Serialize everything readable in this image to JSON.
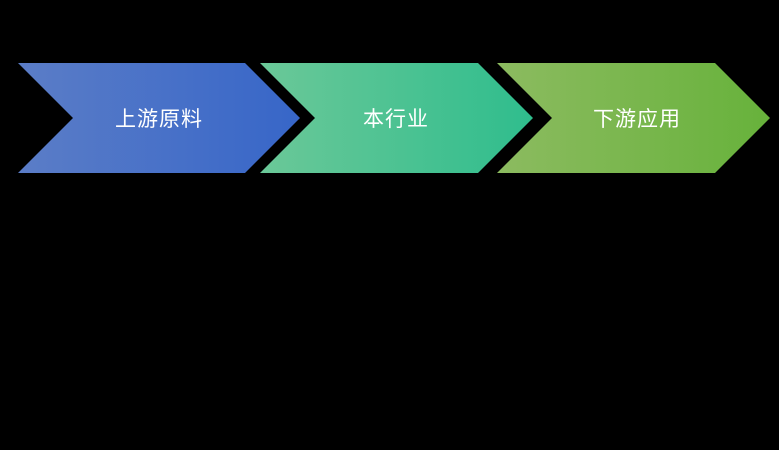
{
  "page": {
    "background_color": "#000000"
  },
  "diagram": {
    "type": "chevron-process-flow",
    "arrows": [
      {
        "label": "上游原料",
        "gradient_from": "#5b7dc7",
        "gradient_to": "#3766c8",
        "text_color": "#ffffff"
      },
      {
        "label": "本行业",
        "gradient_from": "#6bc898",
        "gradient_to": "#2fbd8d",
        "text_color": "#ffffff"
      },
      {
        "label": "下游应用",
        "gradient_from": "#8cbb60",
        "gradient_to": "#67b23b",
        "text_color": "#ffffff"
      }
    ]
  }
}
